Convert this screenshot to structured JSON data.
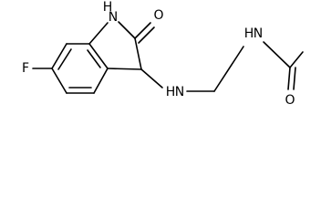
{
  "molecule": {
    "atoms": {
      "fluorine": "F",
      "ring_nh": "N",
      "ring_nh_h": "H",
      "carbonyl_o_lactam": "O",
      "amine_nh": "N",
      "amine_nh_h": "H",
      "amide_nh": "N",
      "amide_nh_h": "H",
      "carbonyl_o_amide": "O"
    }
  }
}
